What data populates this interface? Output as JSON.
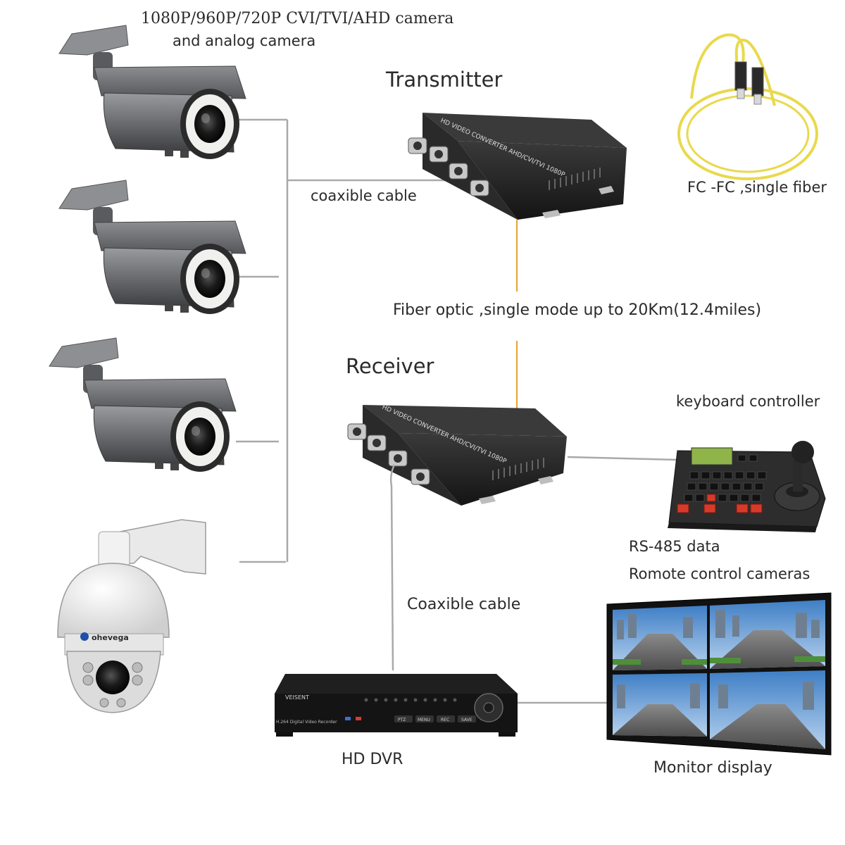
{
  "labels": {
    "camera_line1": "1080P/960P/720P CVI/TVI/AHD camera",
    "camera_line2": "and analog camera",
    "transmitter": "Transmitter",
    "coax_cable_top": "coaxible cable",
    "fc_fc": "FC -FC ,single fiber",
    "fiber_optic": "Fiber optic ,single mode up to 20Km(12.4miles)",
    "receiver": "Receiver",
    "keyboard_controller": "keyboard controller",
    "rs485": "RS-485 data",
    "remote_control": "Romote control cameras",
    "coax_cable_bottom": "Coaxible cable",
    "hd_dvr": "HD DVR",
    "monitor_display": "Monitor display"
  },
  "device_text": {
    "converter_label": "HD VIDEO CONVERTER AHD/CVI/TVI 1080P",
    "dome_brand": "ohevega",
    "dvr_brand": "VEISENT",
    "dvr_model": "H.264 Digital Video Recorder",
    "dvr_buttons": [
      "PTZ",
      "MENU",
      "REC",
      "SAVE"
    ]
  },
  "colors": {
    "cable_gray": "#a9a9a9",
    "fiber_orange": "#e6a230",
    "fiber_yellow": "#e9d94c",
    "device_black": "#1f1f1f",
    "camera_gray": "#6d6e70",
    "dome_white": "#f1f1f1",
    "key_red": "#d83a2a"
  }
}
